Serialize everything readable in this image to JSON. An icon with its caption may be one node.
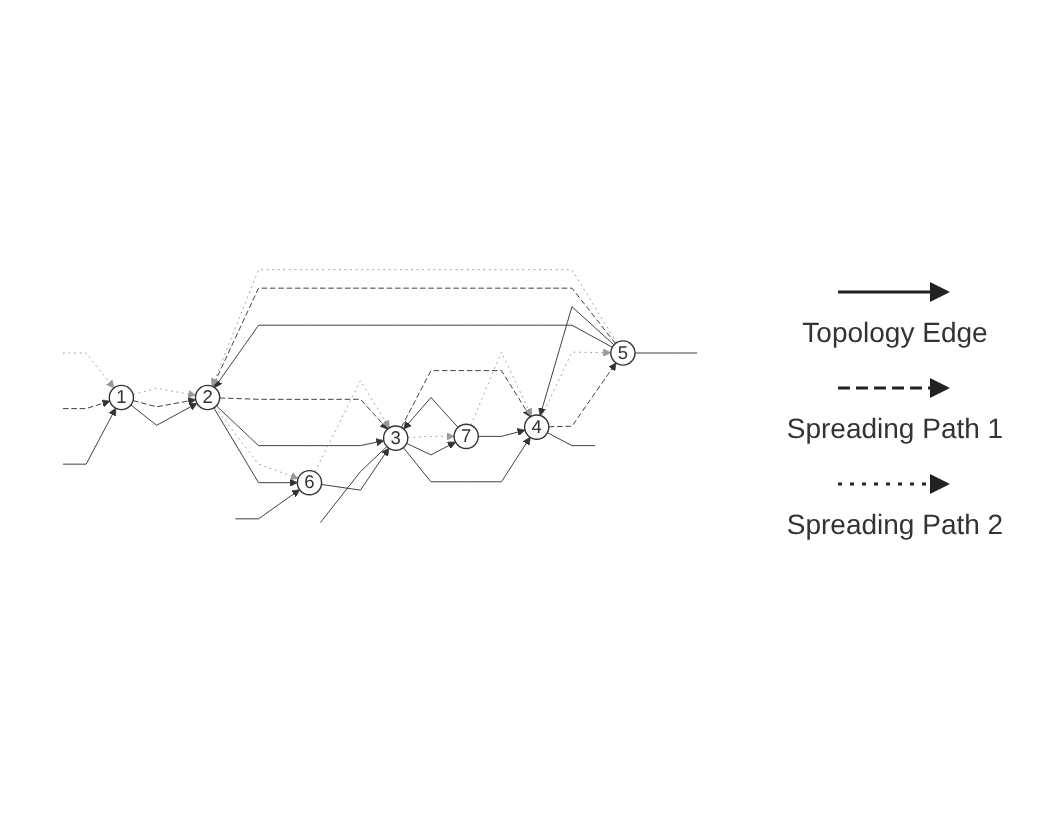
{
  "diagram": {
    "nodes": [
      {
        "text": [
          "1"
        ]
      },
      {
        "text": [
          "2"
        ]
      },
      {
        "text": [
          "3"
        ]
      },
      {
        "text": [
          "4"
        ]
      },
      {
        "text": [
          "5"
        ]
      },
      {
        "text": [
          "6"
        ]
      },
      {
        "text": [
          "7"
        ]
      }
    ],
    "edges": [
      {
        "from": null,
        "to": 5,
        "arrow": "to"
      },
      {
        "from": 5,
        "to": 2,
        "arrow": "to"
      },
      {
        "from": 2,
        "to": 6,
        "arrow": "to"
      },
      {
        "from": 6,
        "to": 2,
        "arrow": "to"
      },
      {
        "from": null,
        "to": 2,
        "arrow": "none"
      },
      {
        "from": 2,
        "to": 3,
        "arrow": "to"
      },
      {
        "from": 6,
        "to": 3,
        "arrow": "to"
      },
      {
        "from": 1,
        "to": 5,
        "arrow": "to"
      },
      {
        "from": 1,
        "to": 2,
        "arrow": "to"
      },
      {
        "from": 0,
        "to": 1,
        "arrow": "to"
      },
      {
        "from": null,
        "to": 0,
        "arrow": "to"
      },
      {
        "from": 4,
        "to": 1,
        "arrow": "to"
      },
      {
        "from": 4,
        "to": 3,
        "arrow": "to"
      },
      {
        "from": 3,
        "to": null,
        "arrow": "none"
      },
      {
        "from": 4,
        "to": null,
        "arrow": "none"
      },
      {
        "from": null,
        "to": 0,
        "arrow": "to",
        "style": "dashed"
      },
      {
        "from": 0,
        "to": 1,
        "arrow": "to",
        "style": "dashed"
      },
      {
        "from": 1,
        "to": 2,
        "arrow": "to",
        "style": "dashed"
      },
      {
        "from": 2,
        "to": 3,
        "arrow": "to",
        "style": "dashed"
      },
      {
        "from": 3,
        "to": 4,
        "arrow": "to",
        "style": "dashed"
      },
      {
        "from": 4,
        "to": 1,
        "arrow": "to",
        "style": "dashed"
      },
      {
        "from": null,
        "to": 0,
        "arrow": "to",
        "style": "dashed",
        "color": "#999999"
      },
      {
        "from": 0,
        "to": 1,
        "arrow": "to",
        "style": "dashed",
        "color": "#999999"
      },
      {
        "from": 1,
        "to": 5,
        "arrow": "to",
        "style": "dashed",
        "color": "#999999"
      },
      {
        "from": 5,
        "to": 2,
        "arrow": "to",
        "style": "dashed",
        "color": "#999999"
      },
      {
        "from": 2,
        "to": 6,
        "arrow": "to",
        "style": "dashed",
        "color": "#999999"
      },
      {
        "from": 6,
        "to": 3,
        "arrow": "to",
        "style": "dashed",
        "color": "#999999"
      },
      {
        "from": 3,
        "to": 4,
        "arrow": "to",
        "style": "dashed",
        "color": "#999999"
      },
      {
        "from": 4,
        "to": 1,
        "arrow": "to",
        "style": "dashed",
        "color": "#999999"
      }
    ],
    "legend": [
      {
        "text": "Topology Edge"
      },
      {
        "text": "Spreading Path 1"
      },
      {
        "text": "Spreading Path 2"
      }
    ]
  }
}
